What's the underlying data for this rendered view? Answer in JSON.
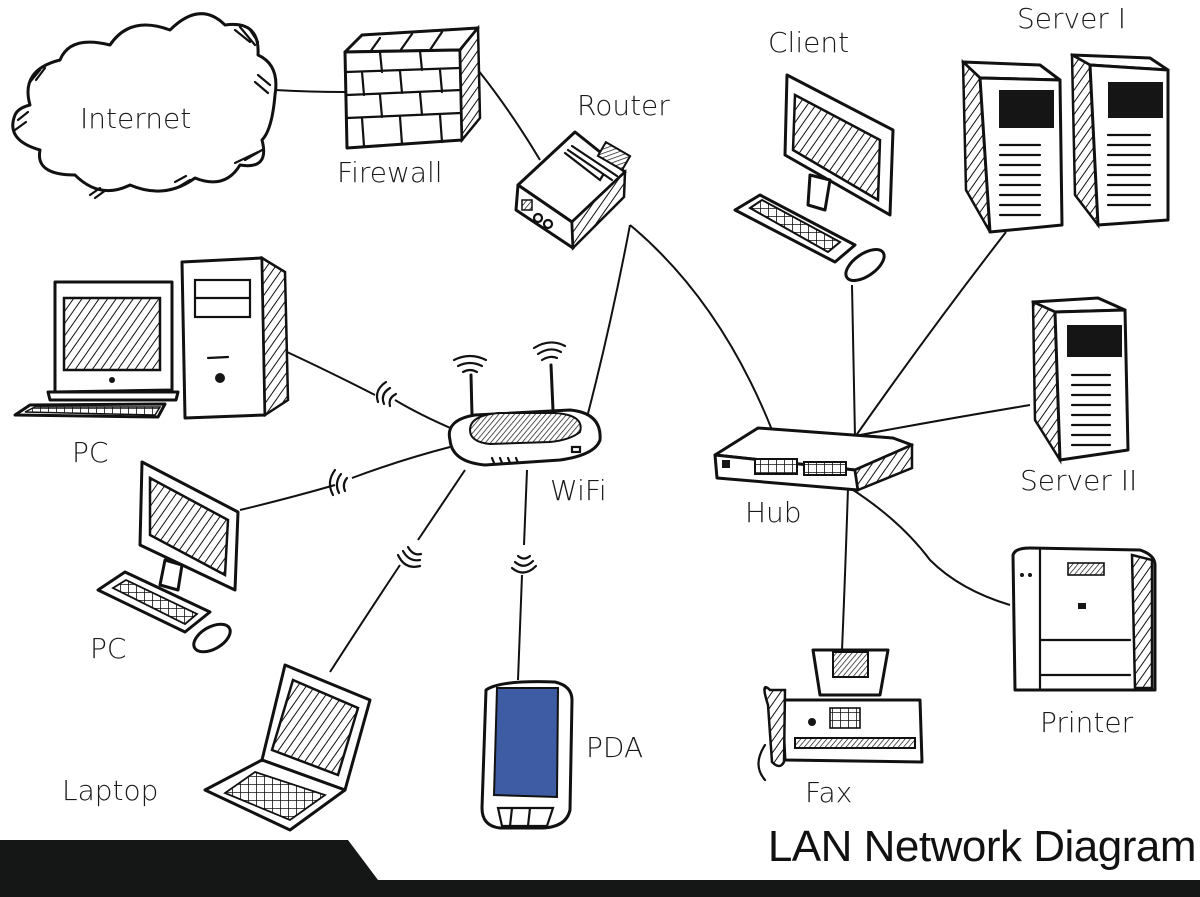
{
  "title": "LAN Network Diagram",
  "colors": {
    "ink": "#111111",
    "background": "#ffffff",
    "pda_screen": "#3d5ca3",
    "footer_band": "#151717"
  },
  "nodes": {
    "internet": {
      "label": "Internet",
      "type": "cloud"
    },
    "firewall": {
      "label": "Firewall",
      "type": "firewall"
    },
    "router": {
      "label": "Router",
      "type": "router"
    },
    "client": {
      "label": "Client",
      "type": "desktop-computer"
    },
    "server1": {
      "label": "Server I",
      "type": "server-pair"
    },
    "server2": {
      "label": "Server II",
      "type": "server"
    },
    "hub": {
      "label": "Hub",
      "type": "network-hub"
    },
    "wifi": {
      "label": "WiFi",
      "type": "wireless-router"
    },
    "pc1": {
      "label": "PC",
      "type": "desktop-tower"
    },
    "pc2": {
      "label": "PC",
      "type": "desktop-computer"
    },
    "laptop": {
      "label": "Laptop",
      "type": "laptop"
    },
    "pda": {
      "label": "PDA",
      "type": "pda"
    },
    "fax": {
      "label": "Fax",
      "type": "fax"
    },
    "printer": {
      "label": "Printer",
      "type": "printer"
    }
  },
  "links": [
    {
      "from": "Internet",
      "to": "Firewall",
      "kind": "wired"
    },
    {
      "from": "Firewall",
      "to": "Router",
      "kind": "wired"
    },
    {
      "from": "Router",
      "to": "WiFi",
      "kind": "wired"
    },
    {
      "from": "Router",
      "to": "Hub",
      "kind": "wired"
    },
    {
      "from": "Client",
      "to": "Hub",
      "kind": "wired"
    },
    {
      "from": "Server I",
      "to": "Hub",
      "kind": "wired"
    },
    {
      "from": "Server II",
      "to": "Hub",
      "kind": "wired"
    },
    {
      "from": "Hub",
      "to": "Fax",
      "kind": "wired"
    },
    {
      "from": "Hub",
      "to": "Printer",
      "kind": "wired"
    },
    {
      "from": "WiFi",
      "to": "PC",
      "kind": "wireless"
    },
    {
      "from": "WiFi",
      "to": "PC",
      "kind": "wireless"
    },
    {
      "from": "WiFi",
      "to": "Laptop",
      "kind": "wireless"
    },
    {
      "from": "WiFi",
      "to": "PDA",
      "kind": "wireless"
    }
  ]
}
